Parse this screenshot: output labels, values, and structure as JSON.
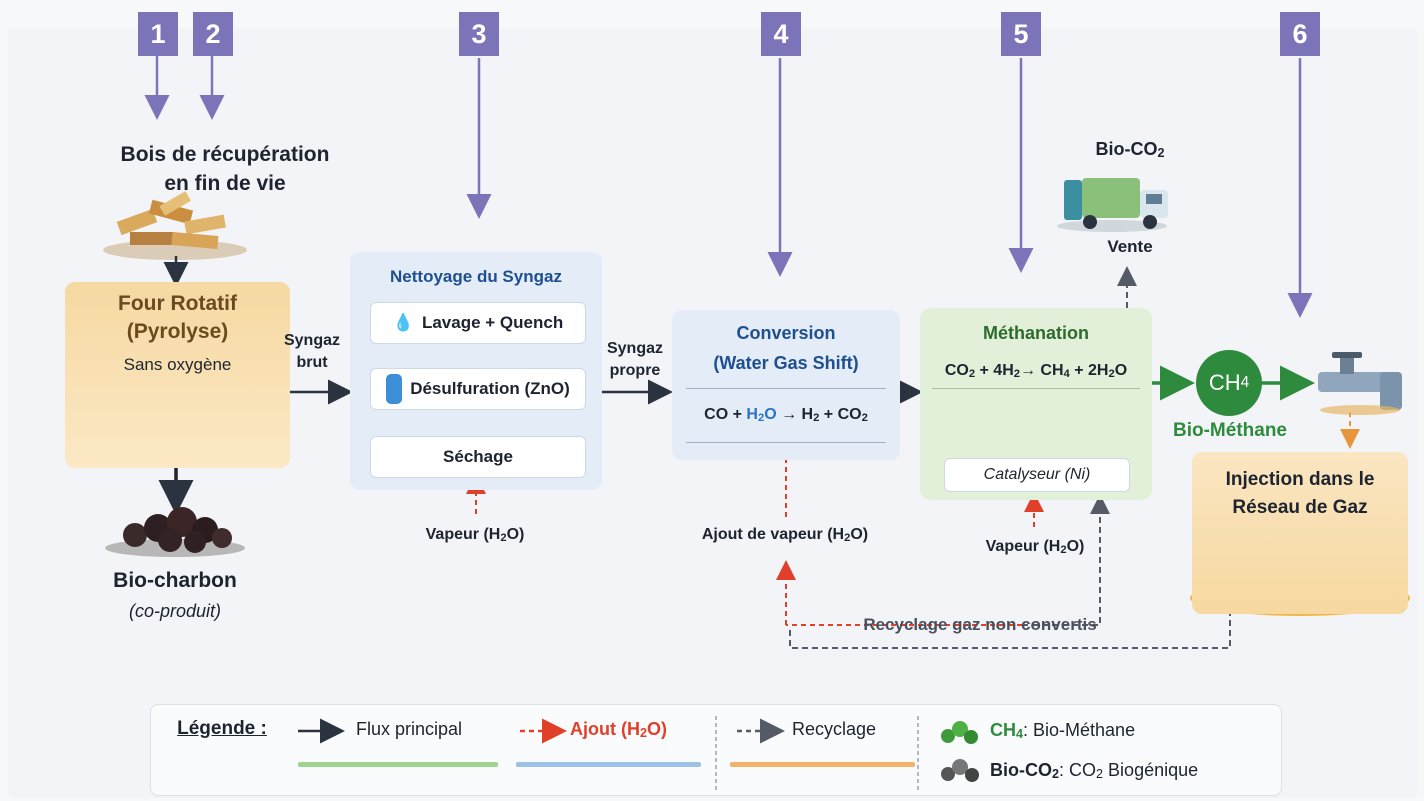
{
  "steps": [
    "1",
    "2",
    "3",
    "4",
    "5",
    "6"
  ],
  "source": {
    "line1": "Bois de récupération",
    "line2": "en fin de vie"
  },
  "four": {
    "title1": "Four Rotatif",
    "title2": "(Pyrolyse)",
    "sub": "Sans oxygène"
  },
  "biochar": {
    "title": "Bio-charbon",
    "sub": "(co-produit)"
  },
  "syngaz_brut": {
    "l1": "Syngaz",
    "l2": "brut"
  },
  "nettoyage": {
    "title": "Nettoyage du Syngaz",
    "lavage": "Lavage + Quench",
    "desulf": "Désulfuration (ZnO)",
    "sechage": "Séchage"
  },
  "vapeur1": {
    "text": "Vapeur (H",
    "sub": "2",
    "end": "O)"
  },
  "syngaz_propre": {
    "l1": "Syngaz",
    "l2": "propre"
  },
  "conversion": {
    "title1": "Conversion",
    "title2": "(Water Gas Shift)",
    "eq": {
      "a": "CO + ",
      "h": "H",
      "hs": "2",
      "ho": "O",
      "arrow": " → H",
      "s2": "2",
      "rest": " + CO",
      "s3": "2"
    }
  },
  "ajout_vapeur": {
    "text": "Ajout de vapeur (H",
    "sub": "2",
    "end": "O)"
  },
  "methanation": {
    "title": "Méthanation",
    "eq": {
      "a": "CO",
      "s1": "2",
      "b": " + 4H",
      "s2": "2",
      "c": "→ CH",
      "s3": "4",
      "d": " + 2H",
      "s4": "2",
      "e": "O"
    },
    "catalyst": "Catalyseur (Ni)"
  },
  "vapeur3": {
    "text": "Vapeur (H",
    "sub": "2",
    "end": "O)"
  },
  "bioco2": {
    "title": "Bio-CO",
    "sub": "2",
    "vente": "Vente"
  },
  "ch4": {
    "text": "CH",
    "sub": "4"
  },
  "biomethane": "Bio-Méthane",
  "injection": {
    "l1": "Injection dans le",
    "l2": "Réseau de Gaz"
  },
  "recyclage_label": "Recyclage gaz non convertis",
  "legend": {
    "title": "Légende :",
    "flux": "Flux principal",
    "ajout": "Ajout (H",
    "ajout_sub": "2",
    "ajout_end": "O)",
    "recyclage": "Recyclage",
    "ch4": "CH",
    "ch4_sub": "4",
    "ch4_desc": ": Bio-Méthane",
    "bioco2": "Bio-CO",
    "bioco2_sub": "2",
    "bioco2_desc": ": CO",
    "bioco2_sub2": "2",
    "bioco2_end": " Biogénique"
  },
  "colors": {
    "step": "#7b74b8",
    "green": "#2e8b3e",
    "red": "#e0402a",
    "blue": "#2a74c6",
    "orange": "#f6dca8"
  }
}
